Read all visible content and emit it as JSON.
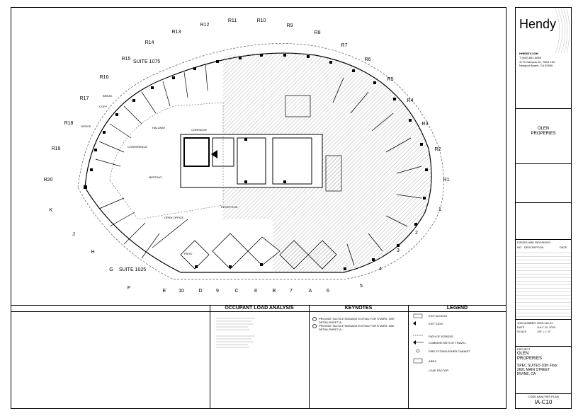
{
  "brand": {
    "name": "Hendy",
    "url": "HHENDY.COM",
    "phone": "T (949) 851-5085",
    "address_line1": "4770 Campus Dr., Suite 100",
    "address_line2": "Newport Beach, CA 92660"
  },
  "client": {
    "name_line1": "OLEN",
    "name_line2": "PROPERIES"
  },
  "revisions": {
    "title": "ISSUES AND REVISIONS",
    "col_no": "NO.",
    "col_desc": "DESCRIPTION",
    "col_date": "DATE"
  },
  "job": {
    "job_number_label": "JOB NUMBER",
    "job_number": "2020-116-01",
    "date_label": "DATE",
    "date": "JULY 10, 2020",
    "scale_label": "SCALE",
    "scale": "1/8\" = 1'-0\""
  },
  "project": {
    "label": "PROJECT",
    "name_line1": "OLEN",
    "name_line2": "PROPERIES",
    "suite": "SPEC SUITES 10th Floor",
    "street": "2601 MAIN STREET",
    "city": "IRVINE, CA"
  },
  "sheet": {
    "title": "CODE ANALYSIS PLAN",
    "number": "IA-C10"
  },
  "panels": {
    "occupant": "OCCUPANT LOAD ANALYSIS",
    "keynotes": "KEYNOTES",
    "legend": "LEGEND"
  },
  "keynotes": [
    "PROVIDE TACTILE SIGNAGE EXITING FOR STAIRS. SEE DETAIL/SHEET A-..",
    "PROVIDE TACTILE SIGNAGE EXITING FOR STAIRS. SEE DETAIL/SHEET A-..."
  ],
  "legend_items": [
    "EXIT ACCESS",
    "EXIT SIGN",
    "COMMON PATH OF TRAVEL",
    "PATH OF EGRESS",
    "FIRE EXTINGUISHER CABINET",
    "AREA",
    "LOAD FACTOR"
  ],
  "suites": [
    "SUITE 1075",
    "SUITE 1025"
  ],
  "grid_top": [
    "R13",
    "R12",
    "R11",
    "R10",
    "R9",
    "R8",
    "R7",
    "R6",
    "R5",
    "R4",
    "R3",
    "R2",
    "R1"
  ],
  "grid_left": [
    "R14",
    "R15",
    "R16",
    "R17",
    "R18",
    "R19",
    "R20",
    "K",
    "J",
    "H",
    "G",
    "F"
  ],
  "grid_bottom": [
    "E",
    "10",
    "D",
    "9",
    "C",
    "8",
    "B",
    "7",
    "A",
    "6",
    "5",
    "4",
    "3",
    "2",
    "1"
  ],
  "rooms": [
    "CORRIDOR",
    "HALLWAY",
    "CONFERENCE",
    "OPEN OFFICE",
    "BREAK",
    "PATIO",
    "RECEPTION",
    "MEETING",
    "COPY",
    "OFFICE"
  ]
}
